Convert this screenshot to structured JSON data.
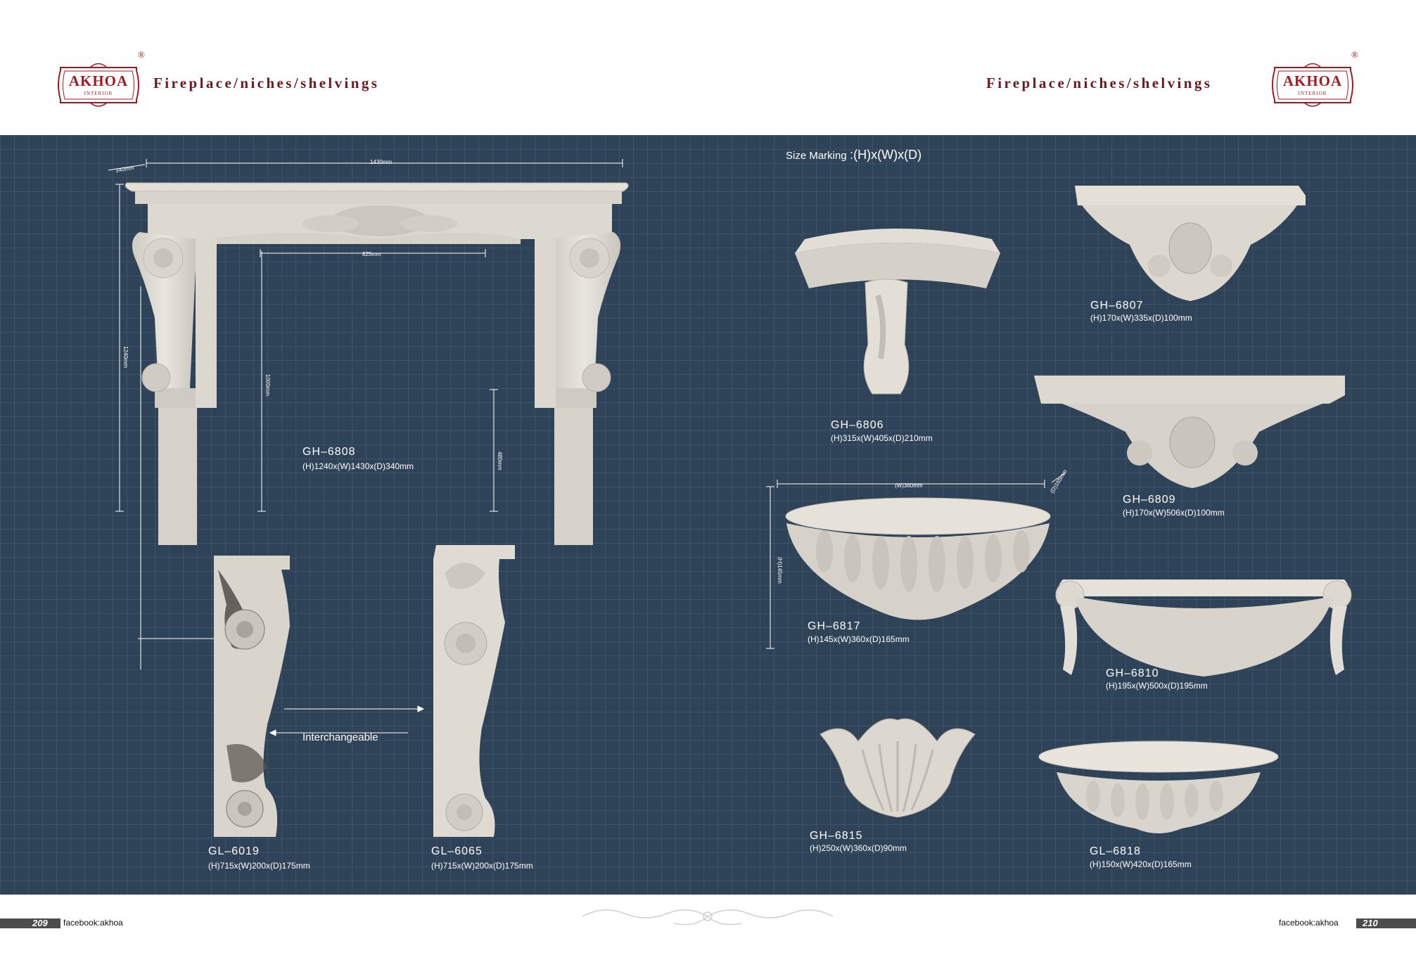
{
  "brand": {
    "name": "AKHOA",
    "tagline": "INTERIOR",
    "registered": "®"
  },
  "header": {
    "title_left": "Fireplace/niches/shelvings",
    "title_right": "Fireplace/niches/shelvings"
  },
  "size_marking": {
    "label": "Size Marking",
    "value": ":(H)x(W)x(D)"
  },
  "dimensions": {
    "fireplace_width": "1430mm",
    "fireplace_depth": "340mm",
    "fireplace_height": "1240mm",
    "opening_width": "825mm",
    "opening_height": "1000mm",
    "plinth_height": "480mm",
    "bowl_width": "(W)360mm",
    "bowl_depth": "(D)165mm",
    "bowl_height": "(H)145mm"
  },
  "interchangeable": "Interchangeable",
  "products": {
    "gh6808": {
      "code": "GH–6808",
      "spec": "(H)1240x(W)1430x(D)340mm"
    },
    "gl6019": {
      "code": "GL–6019",
      "spec": "(H)715x(W)200x(D)175mm"
    },
    "gl6065": {
      "code": "GL–6065",
      "spec": "(H)715x(W)200x(D)175mm"
    },
    "gh6806": {
      "code": "GH–6806",
      "spec": "(H)315x(W)405x(D)210mm"
    },
    "gh6807": {
      "code": "GH–6807",
      "spec": "(H)170x(W)335x(D)100mm"
    },
    "gh6809": {
      "code": "GH–6809",
      "spec": "(H)170x(W)506x(D)100mm"
    },
    "gh6817": {
      "code": "GH–6817",
      "spec": "(H)145x(W)360x(D)165mm"
    },
    "gh6810": {
      "code": "GH–6810",
      "spec": "(H)195x(W)500x(D)195mm"
    },
    "gh6815": {
      "code": "GH–6815",
      "spec": "(H)250x(W)360x(D)90mm"
    },
    "gl6818": {
      "code": "GL–6818",
      "spec": "(H)150x(W)420x(D)165mm"
    }
  },
  "footer": {
    "page_left": "209",
    "page_right": "210",
    "facebook_left": "facebook:akhoa",
    "facebook_right": "facebook:akhoa"
  },
  "colors": {
    "brand_red": "#a01a1f",
    "title_maroon": "#6b1a1e",
    "panel_blue": "#2f4358",
    "footer_bar": "#4c4c4c"
  }
}
